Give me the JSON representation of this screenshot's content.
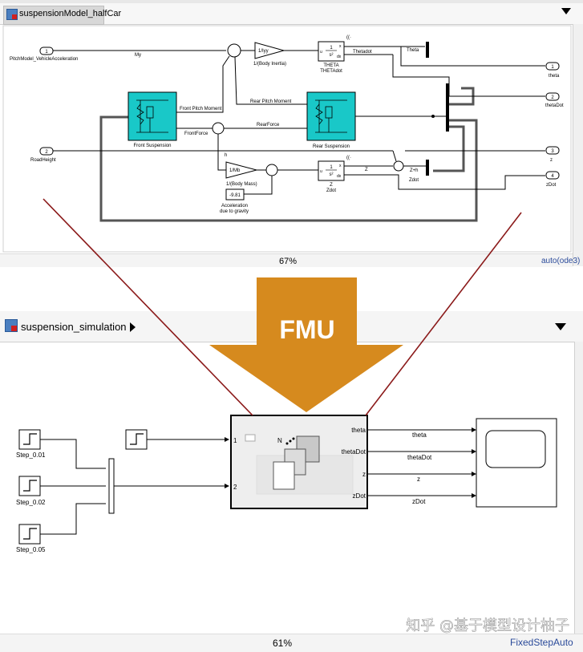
{
  "top_window": {
    "title_fragment": "suspensionModel_halfCar",
    "tab_label": "suspensionModel_halfCar",
    "zoom": "67%",
    "solver": "auto(ode3)",
    "ports": {
      "in1_num": "1",
      "in1_name": "PitchModel_VehicleAcceleration",
      "in2_num": "2",
      "in2_name": "RoadHeight",
      "out1_num": "1",
      "out1_name": "theta",
      "out2_num": "2",
      "out2_name": "thetaDot",
      "out3_num": "3",
      "out3_name": "z",
      "out4_num": "4",
      "out4_name": "zDot"
    },
    "blocks": {
      "gain_iyy": "1/Iyy",
      "gain_iyy_caption": "1/(Body Inertia)",
      "integ_theta_top": "1",
      "integ_theta_bottom": "s²",
      "integ_theta_u": "u",
      "integ_theta_x": "x",
      "integ_theta_dx": "dx",
      "integ_theta_caption1": "THETA",
      "integ_theta_caption2": "THETAdot",
      "gain_mb": "1/Mb",
      "gain_mb_caption": "1/(Body Mass)",
      "integ_z_top": "1",
      "integ_z_bottom": "s²",
      "integ_z_u": "u",
      "integ_z_x": "x",
      "integ_z_dx": "dx",
      "integ_z_caption1": "Z",
      "integ_z_caption2": "Zdot",
      "const_g": "-9.81",
      "const_g_caption1": "Acceleration",
      "const_g_caption2": "due to gravity",
      "front_susp": "Front Suspension",
      "rear_susp": "Rear Suspension"
    },
    "signals": {
      "my": "My",
      "thetadot": "Thetadot",
      "theta": "Theta",
      "front_pitch": "Front Pitch Moment",
      "rear_pitch": "Rear Pitch Moment",
      "front_force": "FrontForce",
      "rear_force": "RearForce",
      "h": "h",
      "z": "Z",
      "zh": "Z+h",
      "zdot": "Zdot"
    }
  },
  "fmu_arrow": {
    "label": "FMU",
    "color": "#d68a1e"
  },
  "bottom_window": {
    "tab_label": "suspension_simulation",
    "zoom": "61%",
    "solver": "FixedStepAuto",
    "steps": [
      "Step_0.01",
      "Step_0.02",
      "Step_0.05"
    ],
    "fmu_in1": "1",
    "fmu_in2": "2",
    "fmu_icon_n": "N",
    "fmu_outputs": [
      "theta",
      "thetaDot",
      "z",
      "zDot"
    ],
    "line_labels": [
      "theta",
      "thetaDot",
      "z",
      "zDot"
    ]
  },
  "watermark": "知乎 @基于模型设计柚子",
  "colors": {
    "suspension_fill": "#19c8c8",
    "overlay_line": "#8b1a1a"
  }
}
